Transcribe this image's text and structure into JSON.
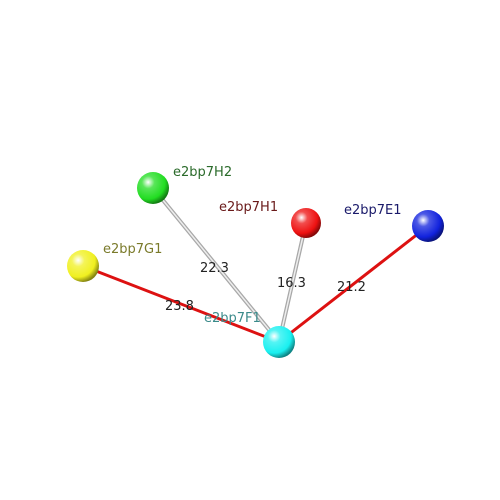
{
  "nodes": [
    {
      "id": "F1",
      "label": "e2bp7F1",
      "color": "#19f0f0",
      "label_color": "#3a8a8a"
    },
    {
      "id": "G1",
      "label": "e2bp7G1",
      "color": "#f0f020",
      "label_color": "#7a7a2a"
    },
    {
      "id": "H2",
      "label": "e2bp7H2",
      "color": "#22dd22",
      "label_color": "#2a6a2a"
    },
    {
      "id": "H1",
      "label": "e2bp7H1",
      "color": "#ee1111",
      "label_color": "#6a1a1a"
    },
    {
      "id": "E1",
      "label": "e2bp7E1",
      "color": "#1122dd",
      "label_color": "#1a1a6a"
    }
  ],
  "edges": [
    {
      "from": "F1",
      "to": "G1",
      "distance": "23.8",
      "style": "red"
    },
    {
      "from": "F1",
      "to": "H2",
      "distance": "22.3",
      "style": "gray"
    },
    {
      "from": "F1",
      "to": "H1",
      "distance": "16.3",
      "style": "gray"
    },
    {
      "from": "F1",
      "to": "E1",
      "distance": "21.2",
      "style": "red"
    }
  ],
  "colors": {
    "red_edge": "#dd1111",
    "gray_edge": "#cfcfcf",
    "distance_text": "#222222",
    "background": "#ffffff"
  }
}
